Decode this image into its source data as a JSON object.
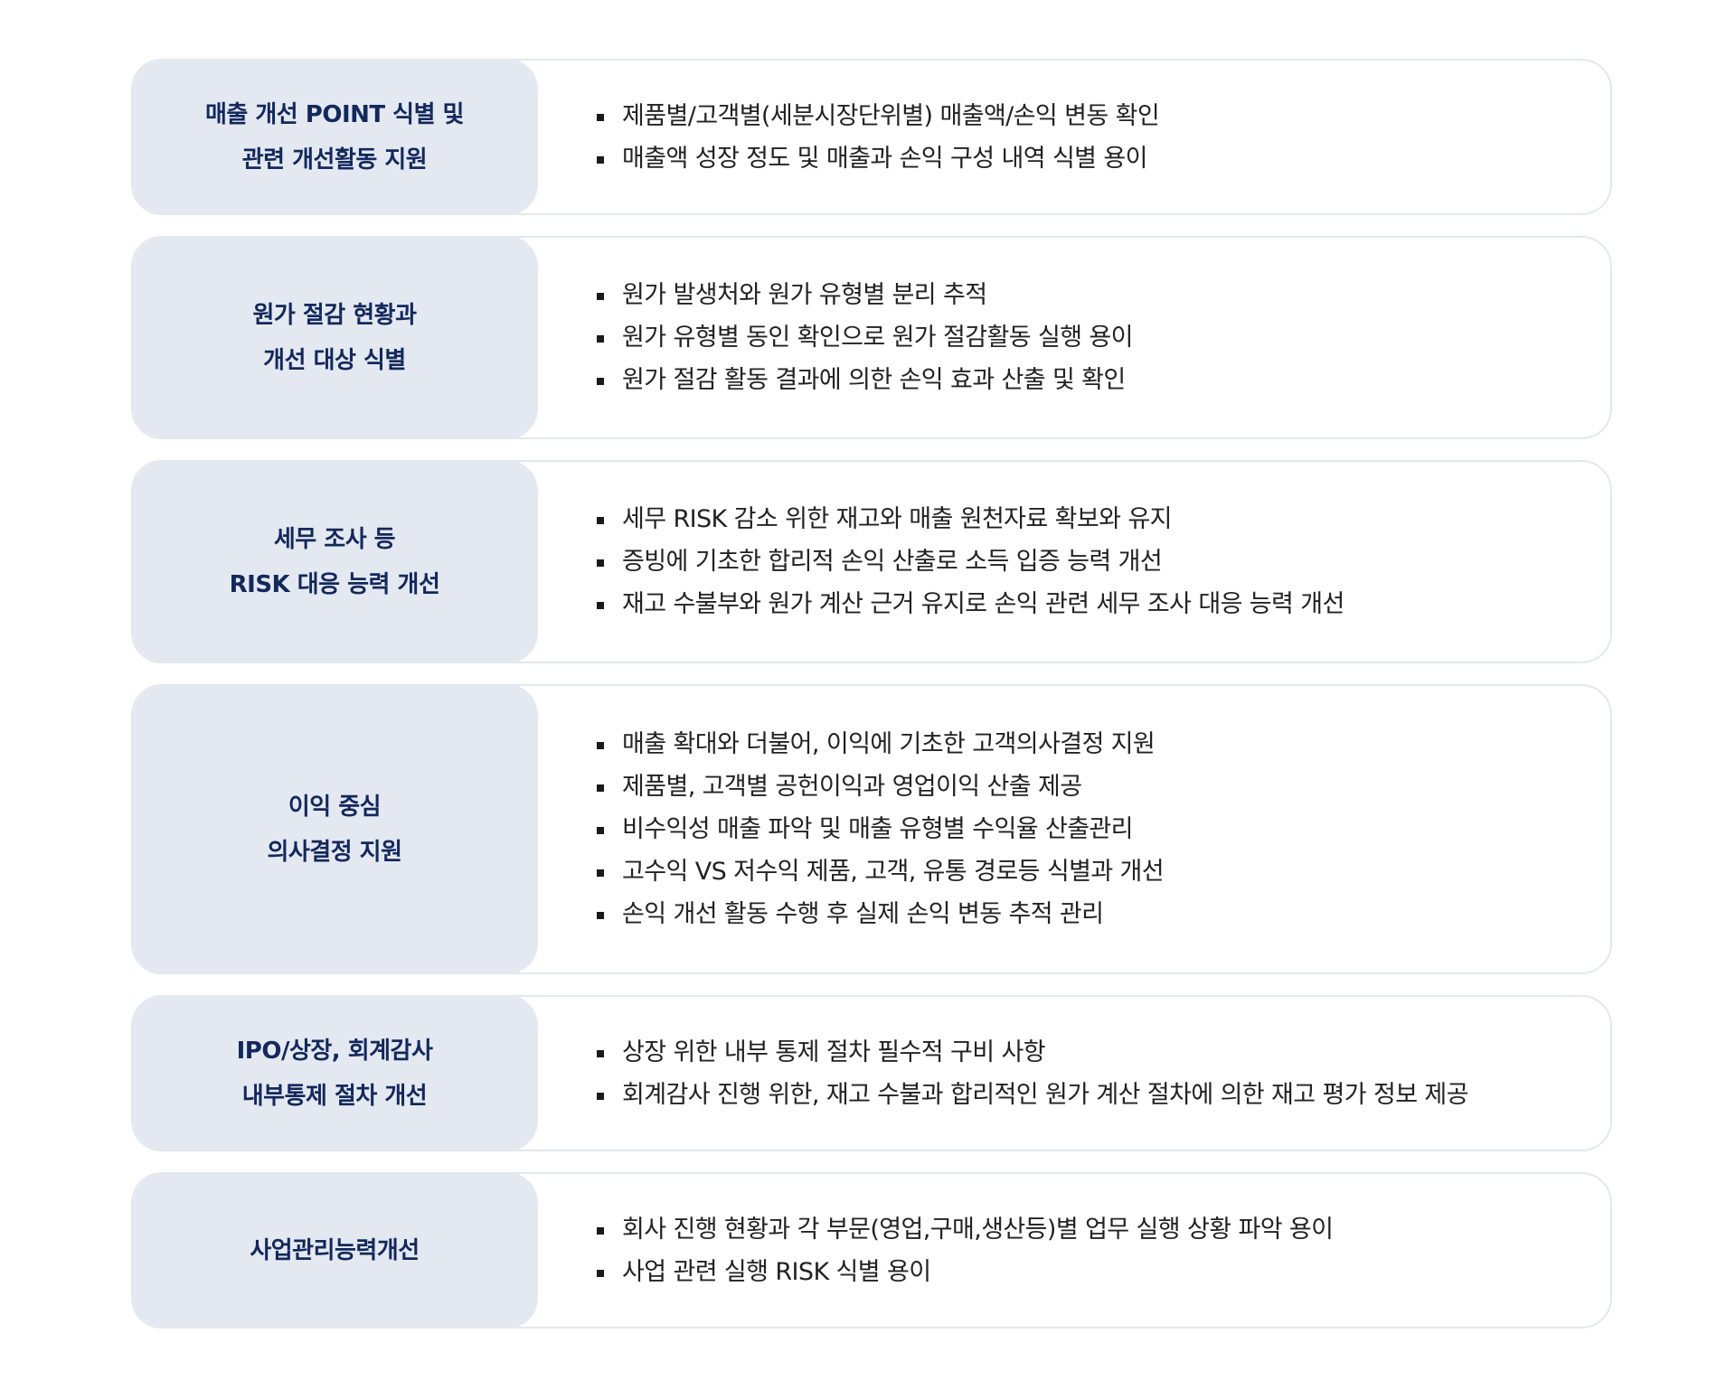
{
  "rows": [
    {
      "title": [
        "매출 개선 POINT 식별 및",
        "관련 개선활동 지원"
      ],
      "items": [
        "제품별/고객별(세분시장단위별) 매출액/손익 변동 확인",
        "매출액 성장 정도 및 매출과 손익 구성 내역 식별 용이"
      ]
    },
    {
      "title": [
        "원가 절감 현황과",
        "개선 대상 식별"
      ],
      "items": [
        "원가 발생처와 원가 유형별 분리 추적",
        "원가 유형별 동인 확인으로 원가 절감활동 실행 용이",
        "원가 절감 활동 결과에 의한 손익 효과 산출 및 확인"
      ]
    },
    {
      "title": [
        "세무 조사 등",
        "RISK 대응 능력 개선"
      ],
      "items": [
        "세무 RISK 감소 위한 재고와 매출 원천자료 확보와 유지",
        "증빙에 기초한 합리적 손익 산출로 소득 입증 능력 개선",
        "재고 수불부와 원가 계산 근거 유지로 손익 관련 세무 조사 대응 능력 개선"
      ]
    },
    {
      "title": [
        "이익 중심",
        "의사결정 지원"
      ],
      "items": [
        "매출 확대와 더불어, 이익에 기초한 고객의사결정 지원",
        "제품별, 고객별 공헌이익과 영업이익 산출 제공",
        "비수익성 매출 파악 및 매출 유형별 수익율 산출관리",
        "고수익 VS 저수익 제품, 고객, 유통 경로등 식별과 개선",
        "손익 개선 활동 수행 후 실제 손익 변동 추적 관리"
      ]
    },
    {
      "title": [
        "IPO/상장, 회계감사",
        "내부통제 절차 개선"
      ],
      "items": [
        "상장 위한 내부 통제 절차 필수적 구비 사항",
        "회계감사 진행 위한, 재고 수불과 합리적인 원가 계산 절차에 의한 재고 평가 정보 제공"
      ]
    },
    {
      "title": [
        "사업관리능력개선"
      ],
      "items": [
        "회사 진행 현황과 각 부문(영업,구매,생산등)별 업무 실행 상황 파악 용이",
        "사업 관련 실행 RISK 식별 용이"
      ]
    }
  ]
}
